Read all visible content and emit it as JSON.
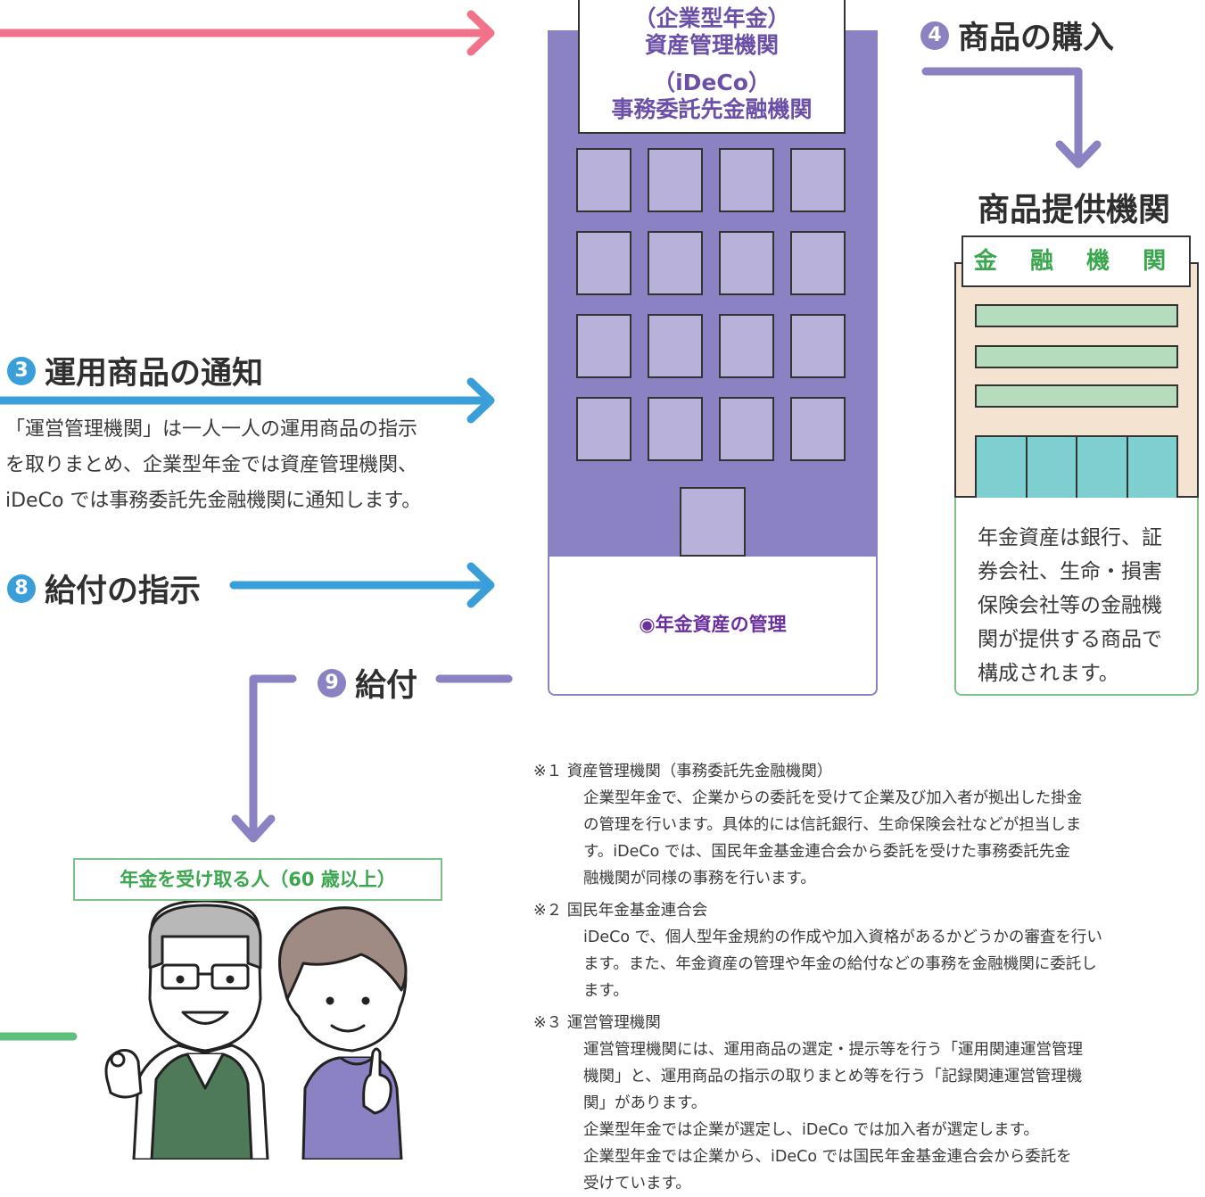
{
  "steps": {
    "s3": {
      "num": "3",
      "title": "運用商品の通知",
      "desc": [
        "「運営管理機関」は一人一人の運用商品の指示",
        "を取りまとめ、企業型年金では資産管理機関、",
        "iDeCo では事務委託先金融機関に通知します。"
      ]
    },
    "s4": {
      "num": "4",
      "title": "商品の購入"
    },
    "s8": {
      "num": "8",
      "title": "給付の指示"
    },
    "s9": {
      "num": "9",
      "title": "給付"
    }
  },
  "building": {
    "sign": [
      "（企業型年金）",
      "資産管理機関",
      "（iDeCo）",
      "事務委託先金融機関"
    ],
    "caption": "◉年金資産の管理"
  },
  "provider": {
    "title": "商品提供機関",
    "bank_label": "金 融 機 関",
    "desc": [
      "年金資産は銀行、証",
      "券会社、生命・損害",
      "保険会社等の金融機",
      "関が提供する商品で",
      "構成されます。"
    ]
  },
  "receiver": {
    "label": "年金を受け取る人（60 歳以上）"
  },
  "notes": [
    {
      "head": "※１ 資産管理機関（事務委託先金融機関）",
      "body": [
        "企業型年金で、企業からの委託を受けて企業及び加入者が拠出した掛金",
        "の管理を行います。具体的には信託銀行、生命保険会社などが担当しま",
        "す。iDeCo では、国民年金基金連合会から委託を受けた事務委託先金",
        "融機関が同様の事務を行います。"
      ]
    },
    {
      "head": "※２ 国民年金基金連合会",
      "body": [
        "iDeCo で、個人型年金規約の作成や加入資格があるかどうかの審査を行い",
        "ます。また、年金資産の管理や年金の給付などの事務を金融機関に委託し",
        "ます。"
      ]
    },
    {
      "head": "※３ 運営管理機関",
      "body": [
        "運営管理機関には、運用商品の選定・提示等を行う「運用関連運営管理",
        "機関」と、運用商品の指示の取りまとめ等を行う「記録関連運営管理機",
        "関」があります。",
        "企業型年金では企業が選定し、iDeCo では加入者が選定します。",
        "企業型年金では企業から、iDeCo では国民年金基金連合会から委託を",
        "受けています。"
      ]
    }
  ],
  "colors": {
    "pink": "#f0738a",
    "blue": "#3a9fd8",
    "purple": "#8a82c2",
    "green": "#5cbf7a"
  }
}
